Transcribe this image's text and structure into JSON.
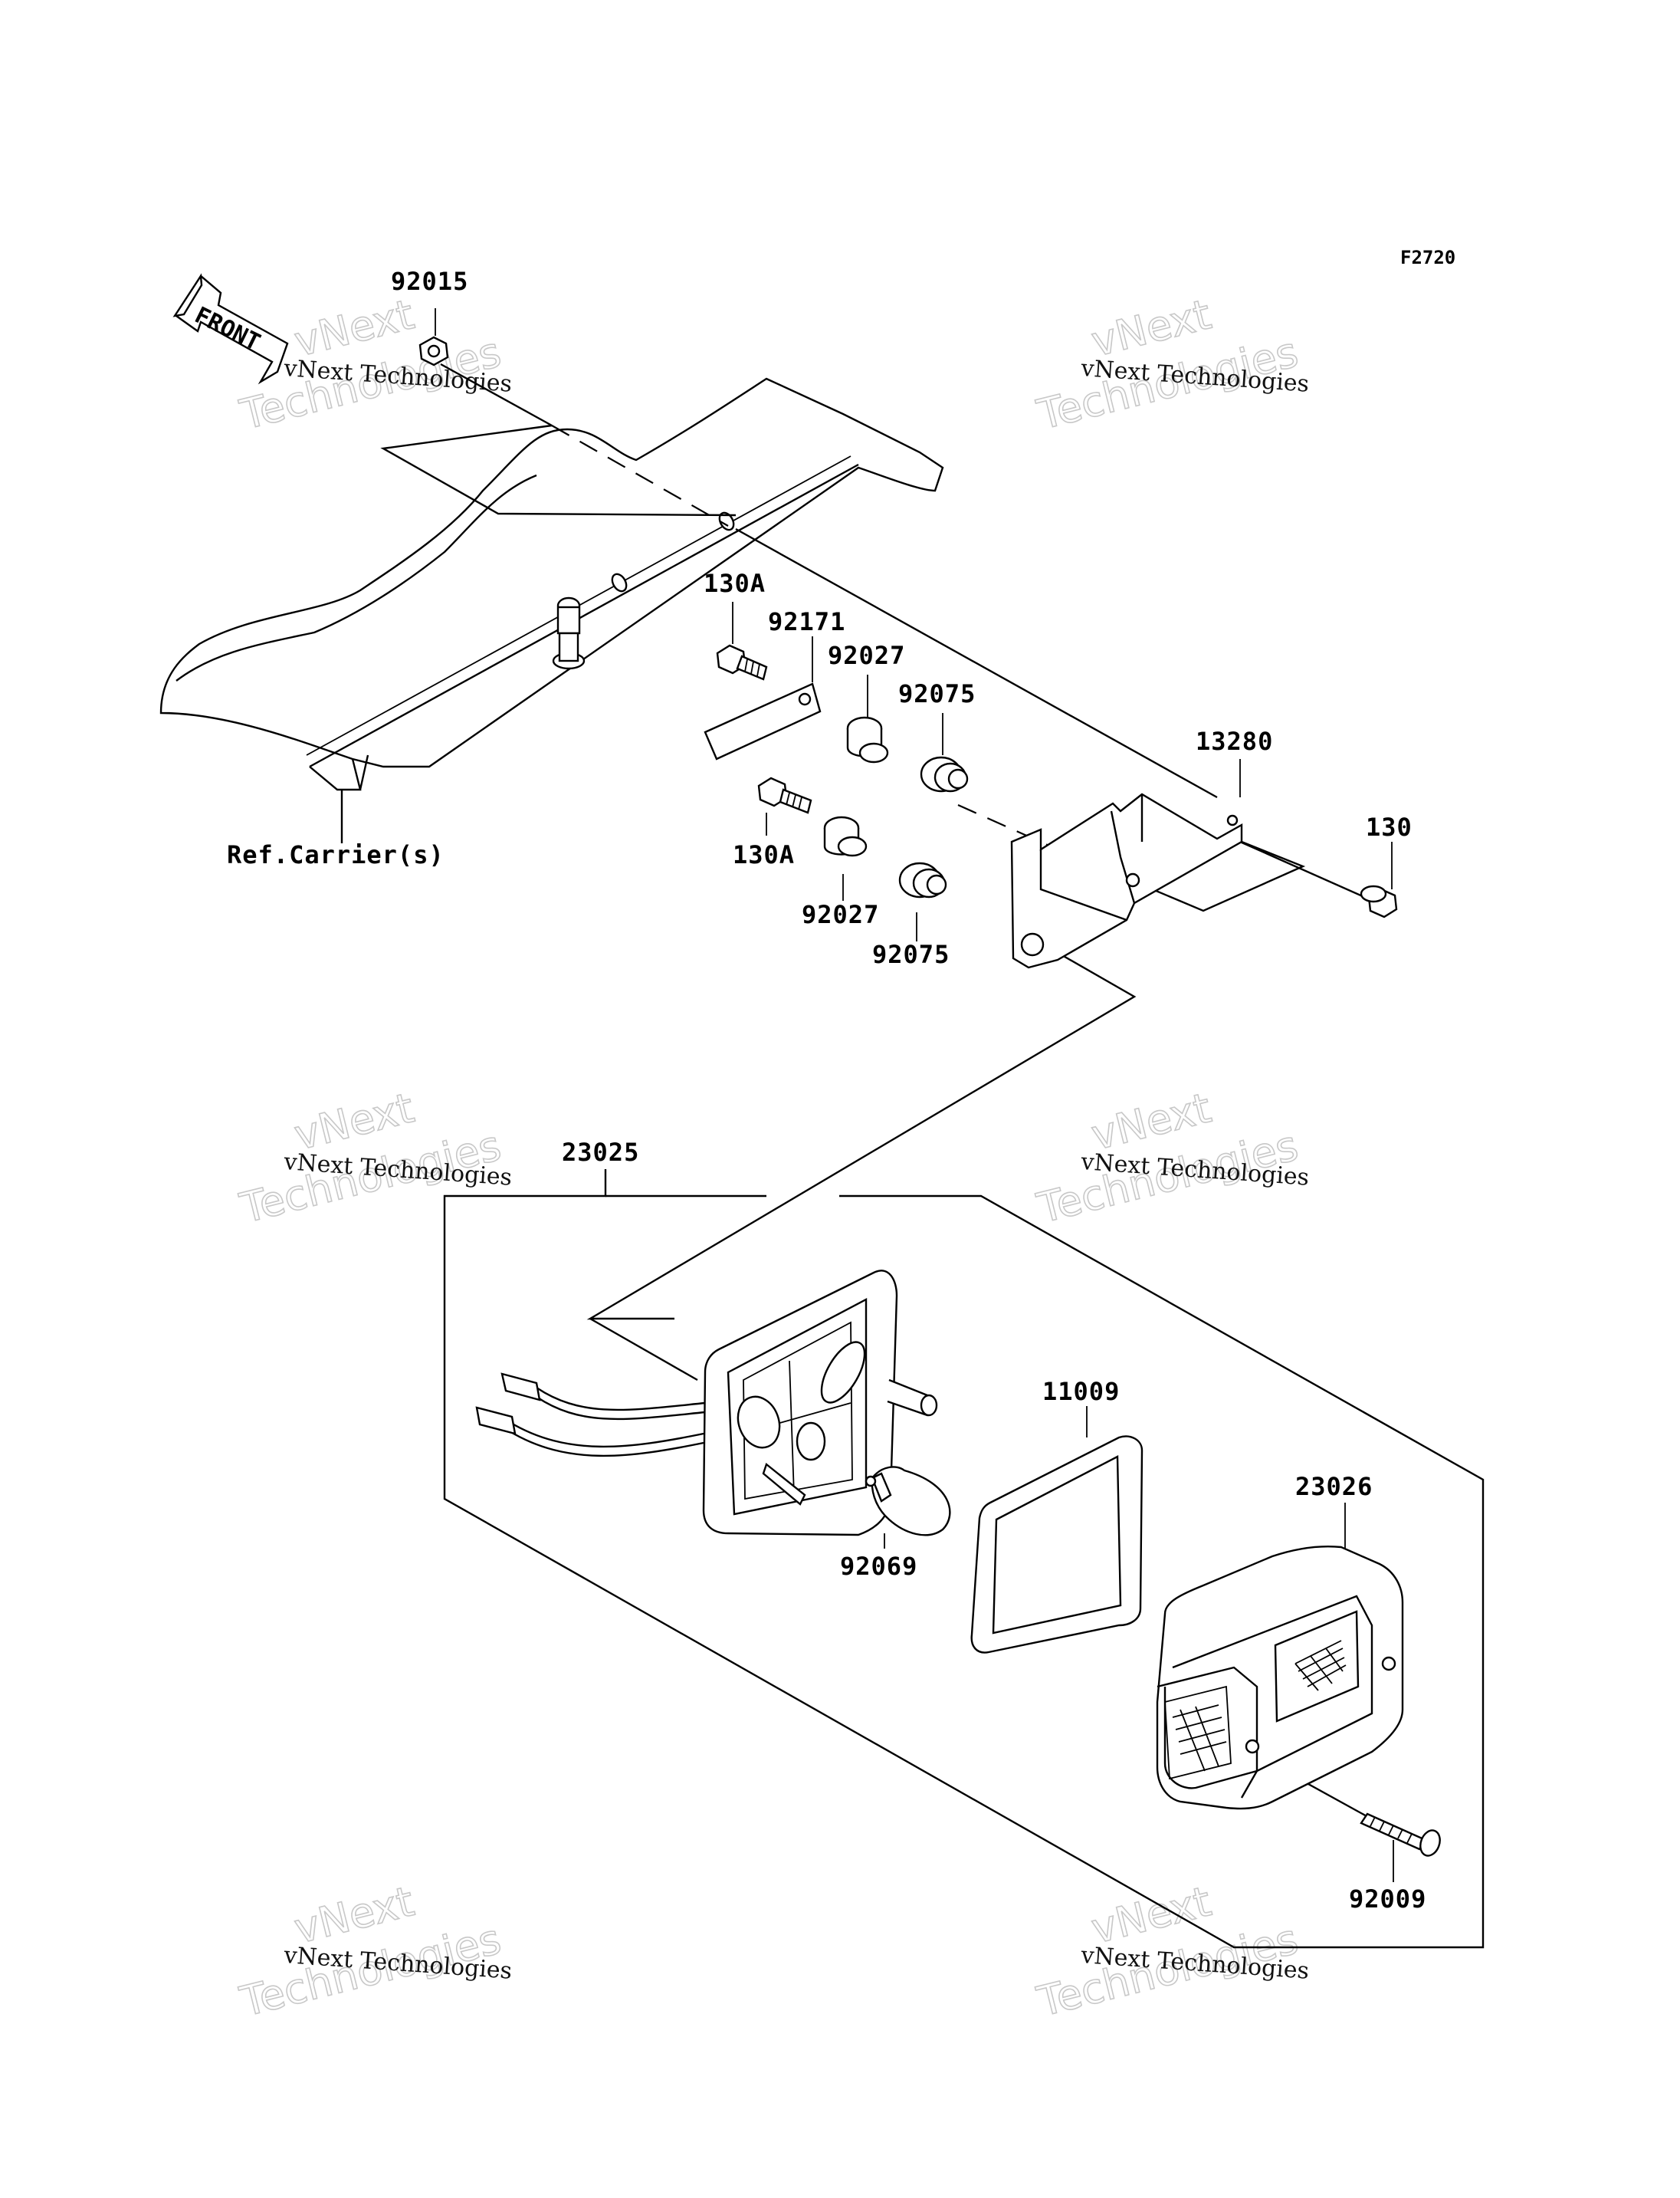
{
  "figure_id": "F2720",
  "direction_label": "FRONT",
  "reference_label": "Ref.Carrier(s)",
  "parts": [
    {
      "id": "p92015",
      "number": "92015"
    },
    {
      "id": "p130A_top",
      "number": "130A"
    },
    {
      "id": "p92171",
      "number": "92171"
    },
    {
      "id": "p92027_top",
      "number": "92027"
    },
    {
      "id": "p92075_top",
      "number": "92075"
    },
    {
      "id": "p13280",
      "number": "13280"
    },
    {
      "id": "p130",
      "number": "130"
    },
    {
      "id": "p130A_bot",
      "number": "130A"
    },
    {
      "id": "p92027_bot",
      "number": "92027"
    },
    {
      "id": "p92075_bot",
      "number": "92075"
    },
    {
      "id": "p23025",
      "number": "23025"
    },
    {
      "id": "p11009",
      "number": "11009"
    },
    {
      "id": "p23026",
      "number": "23026"
    },
    {
      "id": "p92069",
      "number": "92069"
    },
    {
      "id": "p92009",
      "number": "92009"
    }
  ],
  "watermark": {
    "line1": "vNext",
    "line2": "Technologies",
    "caption": "vNext Technologies"
  }
}
